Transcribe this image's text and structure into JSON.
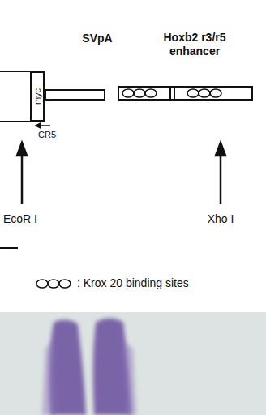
{
  "diagram": {
    "nodes": [
      {
        "text": [
          "myc"
        ]
      },
      {
        "text": [
          "SVpA"
        ]
      },
      {
        "text": [
          "Hoxb2 r3/r5 enhancer"
        ]
      }
    ],
    "labels": [
      "CR5",
      "EcoR I",
      "Xho I"
    ],
    "legend": [
      {
        "text": ": Krox 20 binding sites"
      }
    ]
  }
}
